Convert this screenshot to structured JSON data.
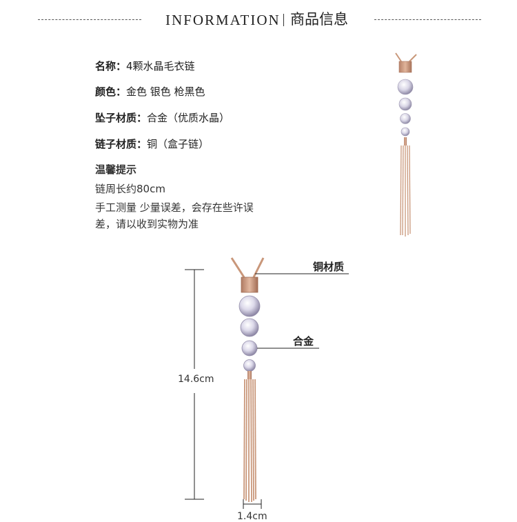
{
  "header": {
    "title_en": "INFORMATION",
    "title_cn": "商品信息"
  },
  "specs": [
    {
      "label": "名称：",
      "value": "4颗水晶毛衣链"
    },
    {
      "label": "颜色：",
      "value": "金色 银色 枪黑色"
    },
    {
      "label": "坠子材质：",
      "value": "合金（优质水晶）"
    },
    {
      "label": "链子材质：",
      "value": "铜（盒子链）"
    }
  ],
  "tips": {
    "heading": "温馨提示",
    "length": "链周长约80cm",
    "line1": "手工测量 少量误差，会存在些许误",
    "line2": "差，请以收到实物为准"
  },
  "diagram": {
    "chain_label": "铜材质",
    "pendant_label": "合金",
    "height_label": "14.6cm",
    "width_label": "1.4cm"
  },
  "colors": {
    "rose_gold": "#c9977a",
    "crystal": "#d9d6e6",
    "line": "#222222"
  }
}
